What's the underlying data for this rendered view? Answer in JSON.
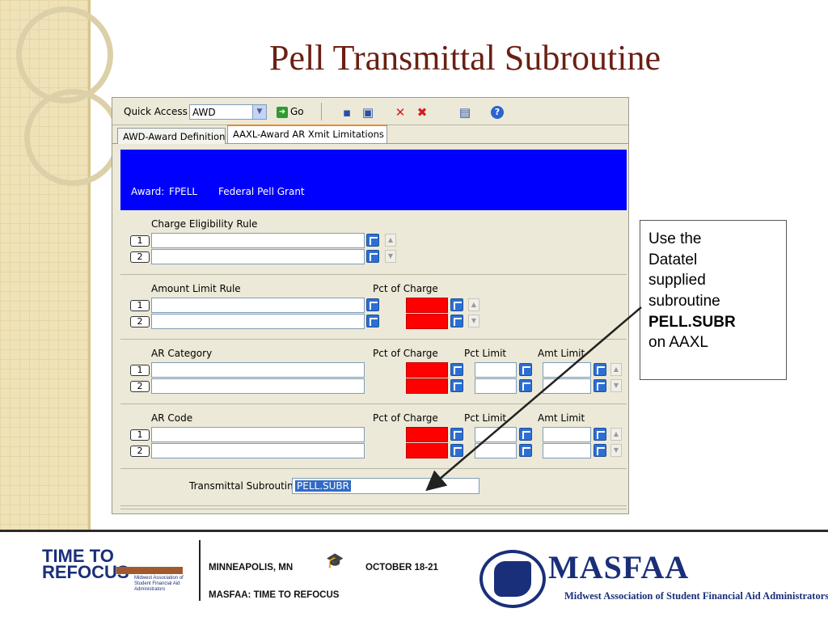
{
  "slide": {
    "title": "Pell Transmittal Subroutine"
  },
  "toolbar": {
    "quick_access_label": "Quick Access",
    "quick_access_value": "AWD",
    "go_label": "Go"
  },
  "tabs": [
    {
      "label": "AWD-Award Definition",
      "active": false
    },
    {
      "label": "AAXL-Award AR Xmit Limitations",
      "active": true
    }
  ],
  "banner": {
    "award_label": "Award:",
    "award_code": "FPELL",
    "award_name": "Federal Pell Grant",
    "color": "#0000ff"
  },
  "sections": {
    "charge_eligibility": {
      "label": "Charge Eligibility Rule",
      "rows": [
        "1",
        "2"
      ]
    },
    "amount_limit": {
      "label": "Amount Limit Rule",
      "pct_label": "Pct of Charge",
      "rows": [
        "1",
        "2"
      ]
    },
    "ar_category": {
      "label": "AR Category",
      "pct_label": "Pct of Charge",
      "pct_limit_label": "Pct Limit",
      "amt_limit_label": "Amt Limit",
      "rows": [
        "1",
        "2"
      ]
    },
    "ar_code": {
      "label": "AR Code",
      "pct_label": "Pct of Charge",
      "pct_limit_label": "Pct Limit",
      "amt_limit_label": "Amt Limit",
      "rows": [
        "1",
        "2"
      ]
    },
    "transmittal": {
      "label": "Transmittal Subroutine",
      "value": "PELL.SUBR"
    }
  },
  "callout": {
    "line1": "Use the",
    "line2": "Datatel",
    "line3": "supplied",
    "line4": "subroutine",
    "line5": "PELL.SUBR",
    "line6": "on AAXL"
  },
  "footer": {
    "location": "MINNEAPOLIS, MN",
    "date": "OCTOBER 18-21",
    "tagline": "MASFAA:  TIME TO REFOCUS",
    "logo_left_line1": "TIME TO",
    "logo_left_line2": "REFOCUS",
    "logo_left_small": "Midwest Association of Student Financial Aid Administrators",
    "masfaa_name": "MASFAA",
    "masfaa_full": "Midwest Association of Student Financial Aid Administrators"
  },
  "colors": {
    "title": "#6b1f14",
    "banner": "#0000ff",
    "required_field": "#ff0000",
    "masfaa_blue": "#1a2f7a"
  },
  "icons": [
    "save-icon",
    "save-all-icon",
    "cancel-icon",
    "cancel-all-icon",
    "detail-icon",
    "help-icon",
    "go-icon",
    "lookup-icon",
    "graduation-cap-icon",
    "midwest-map-icon"
  ]
}
